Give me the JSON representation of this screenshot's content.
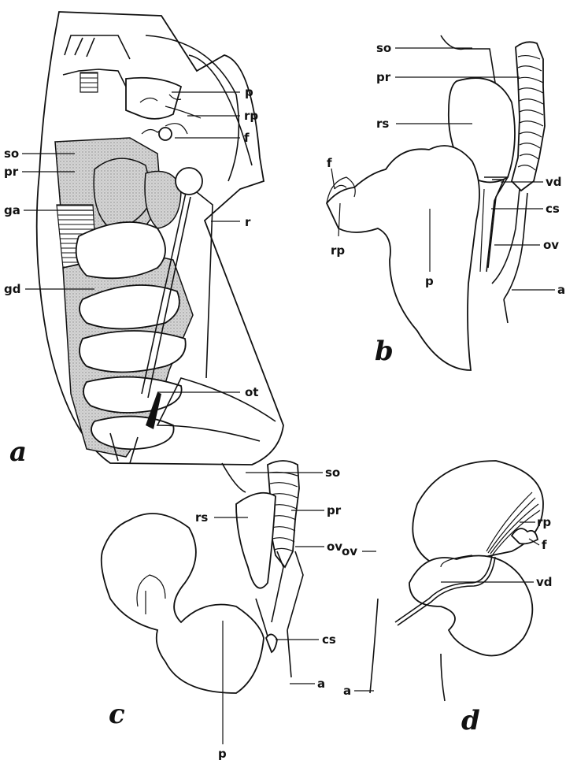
{
  "figure_letters": {
    "a": "a",
    "b": "b",
    "c": "c",
    "d": "d"
  },
  "panel_a": {
    "p": "p",
    "rp": "rp",
    "f": "f",
    "so": "so",
    "pr": "pr",
    "ga": "ga",
    "r": "r",
    "gd": "gd",
    "ot": "ot"
  },
  "panel_b": {
    "so": "so",
    "pr": "pr",
    "rs": "rs",
    "f": "f",
    "vd": "vd",
    "cs": "cs",
    "ov": "ov",
    "rp": "rp",
    "p": "p",
    "a": "a"
  },
  "panel_c": {
    "so": "so",
    "rs": "rs",
    "pr": "pr",
    "ov": "ov",
    "cs": "cs",
    "a": "a",
    "p": "p"
  },
  "panel_d": {
    "rp": "rp",
    "f": "f",
    "ov": "ov",
    "vd": "vd",
    "a": "a"
  }
}
